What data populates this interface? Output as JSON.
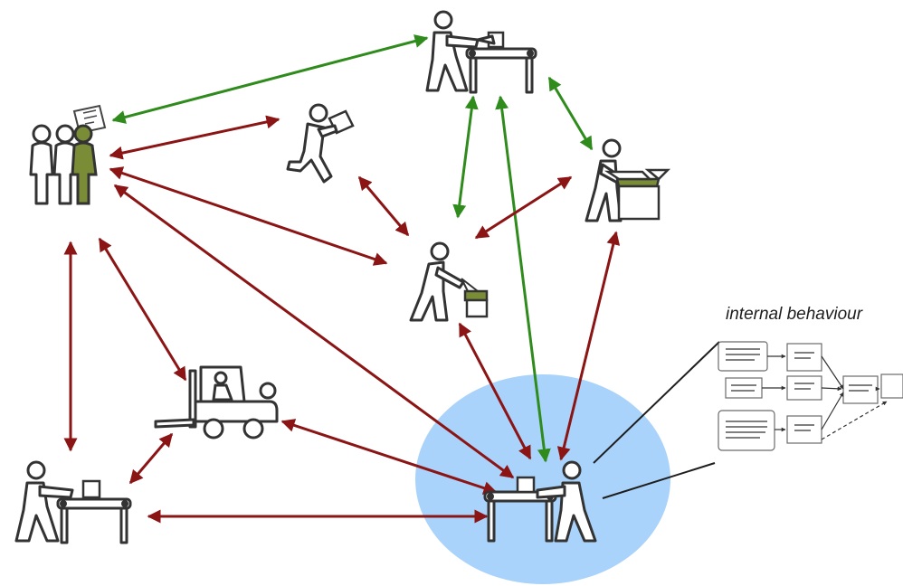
{
  "caption": "internal behaviour",
  "colors": {
    "highlight": "#a9d3fa",
    "collaboration_arrow": "#8b1414",
    "material_flow_arrow": "#2e8b1c",
    "figure_stroke": "#333333",
    "figure_accent": "#7a8c35"
  },
  "nodes": [
    {
      "id": "team",
      "icon": "group-of-people-icon"
    },
    {
      "id": "carrier",
      "icon": "person-carrying-box-icon"
    },
    {
      "id": "top-workstation",
      "icon": "worker-at-workbench-icon"
    },
    {
      "id": "packer",
      "icon": "person-packing-box-icon"
    },
    {
      "id": "scale",
      "icon": "person-weighing-box-icon"
    },
    {
      "id": "forklift",
      "icon": "forklift-icon"
    },
    {
      "id": "left-workstation",
      "icon": "worker-at-workbench-icon"
    },
    {
      "id": "focus-workstation",
      "icon": "worker-at-workbench-icon",
      "highlighted": true
    }
  ],
  "edges": [
    {
      "from": "team",
      "to": "top-workstation",
      "kind": "green"
    },
    {
      "from": "team",
      "to": "carrier",
      "kind": "red"
    },
    {
      "from": "team",
      "to": "scale",
      "kind": "red"
    },
    {
      "from": "team",
      "to": "focus-workstation",
      "kind": "red"
    },
    {
      "from": "team",
      "to": "left-workstation",
      "kind": "red"
    },
    {
      "from": "team",
      "to": "forklift",
      "kind": "red"
    },
    {
      "from": "carrier",
      "to": "scale",
      "kind": "red"
    },
    {
      "from": "top-workstation",
      "to": "packer",
      "kind": "green"
    },
    {
      "from": "top-workstation",
      "to": "scale",
      "kind": "green"
    },
    {
      "from": "top-workstation",
      "to": "focus-workstation",
      "kind": "green"
    },
    {
      "from": "packer",
      "to": "scale",
      "kind": "red"
    },
    {
      "from": "packer",
      "to": "focus-workstation",
      "kind": "red"
    },
    {
      "from": "scale",
      "to": "focus-workstation",
      "kind": "red"
    },
    {
      "from": "forklift",
      "to": "focus-workstation",
      "kind": "red"
    },
    {
      "from": "forklift",
      "to": "left-workstation",
      "kind": "red"
    },
    {
      "from": "left-workstation",
      "to": "focus-workstation",
      "kind": "red"
    }
  ]
}
